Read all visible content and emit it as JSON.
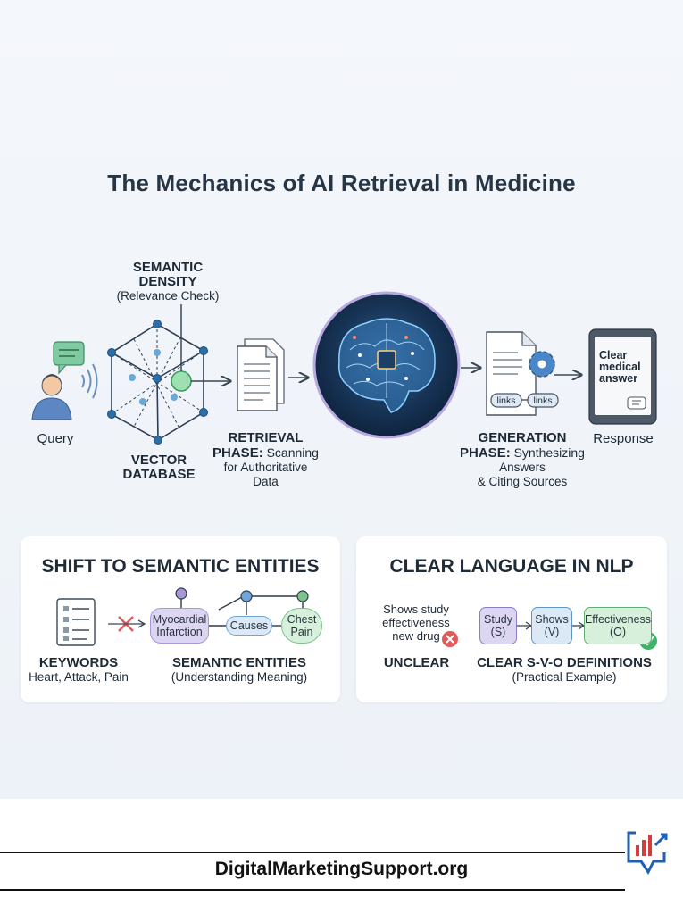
{
  "title": "The Mechanics of AI Retrieval in Medicine",
  "flow": {
    "query": "Query",
    "semantic_density": {
      "line1": "SEMANTIC",
      "line2": "DENSITY",
      "sub": "(Relevance Check)"
    },
    "vector_db": {
      "line1": "VECTOR",
      "line2": "DATABASE"
    },
    "retrieval": {
      "line1": "RETRIEVAL",
      "line2a": "PHASE:",
      "line2b": " Scanning",
      "line3": "for Authoritative",
      "line4": "Data"
    },
    "generation": {
      "line1": "GENERATION",
      "line2a": "PHASE:",
      "line2b": " Synthesizing",
      "line3": "Answers",
      "line4": "& Citing Sources"
    },
    "links": [
      "links",
      "links"
    ],
    "response_screen": [
      "Clear",
      "medical",
      "answer"
    ],
    "response": "Response"
  },
  "panel_left": {
    "title": "SHIFT TO SEMANTIC ENTITIES",
    "node_a": [
      "Myocardial",
      "Infarction"
    ],
    "node_b": "Causes",
    "node_c": [
      "Chest",
      "Pain"
    ],
    "keywords_label": "KEYWORDS",
    "keywords_sub": "Heart, Attack, Pain",
    "entities_label": "SEMANTIC ENTITIES",
    "entities_sub": "(Understanding Meaning)"
  },
  "panel_right": {
    "title": "CLEAR LANGUAGE IN NLP",
    "unclear_text": [
      "Shows study",
      "effectiveness",
      "new drug"
    ],
    "unclear_label": "UNCLEAR",
    "svo": [
      {
        "word": "Study",
        "tag": "(S)"
      },
      {
        "word": "Shows",
        "tag": "(V)"
      },
      {
        "word": "Effectiveness",
        "tag": "(O)"
      }
    ],
    "clear_label": "CLEAR S-V-O DEFINITIONS",
    "clear_sub": "(Practical Example)"
  },
  "footer": {
    "brand": "DigitalMarketingSupport.org"
  },
  "colors": {
    "accent_blue": "#5b8fc7",
    "green": "#7cc48d",
    "purple": "#a797d6",
    "red": "#e05a5a"
  }
}
